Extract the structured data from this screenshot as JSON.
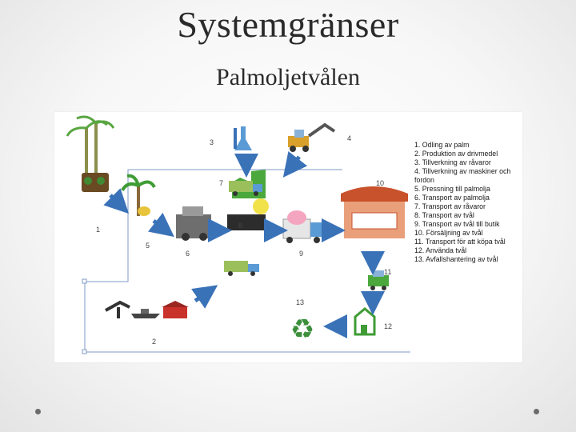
{
  "slide": {
    "title": "Systemgränser",
    "subtitle": "Palmoljetvålen"
  },
  "diagram": {
    "step_numbers": [
      "1",
      "2",
      "3",
      "4",
      "5",
      "6",
      "7",
      "8",
      "9",
      "10",
      "11",
      "12",
      "13"
    ],
    "legend": [
      "1. Odling av palm",
      "2. Produktion av drivmedel",
      "3. Tillverkning av råvaror",
      "4. Tillverkning av maskiner och fordon",
      "5. Pressning till palmolja",
      "6. Transport av palmolja",
      "7. Transport av råvaror",
      "8. Transport av tvål",
      "9. Transport av tvål till butik",
      "10. Försäljning av tvål",
      "11. Transport för att köpa tvål",
      "12. Använda tvål",
      "13. Avfallshantering av tvål"
    ],
    "colors": {
      "arrow": "#3a72b8",
      "border": "#7f9bc7",
      "plant": "#3f9c35",
      "recycle": "#3b8f3b",
      "market": "#c8522b"
    }
  },
  "icons": [
    "palm-tree-icon",
    "oil-press-icon",
    "flask-icon",
    "excavator-icon",
    "truck-icon",
    "factory-icon",
    "market-stall-icon",
    "house-icon",
    "recycle-icon",
    "oil-pump-icon",
    "ship-icon",
    "warehouse-icon"
  ]
}
